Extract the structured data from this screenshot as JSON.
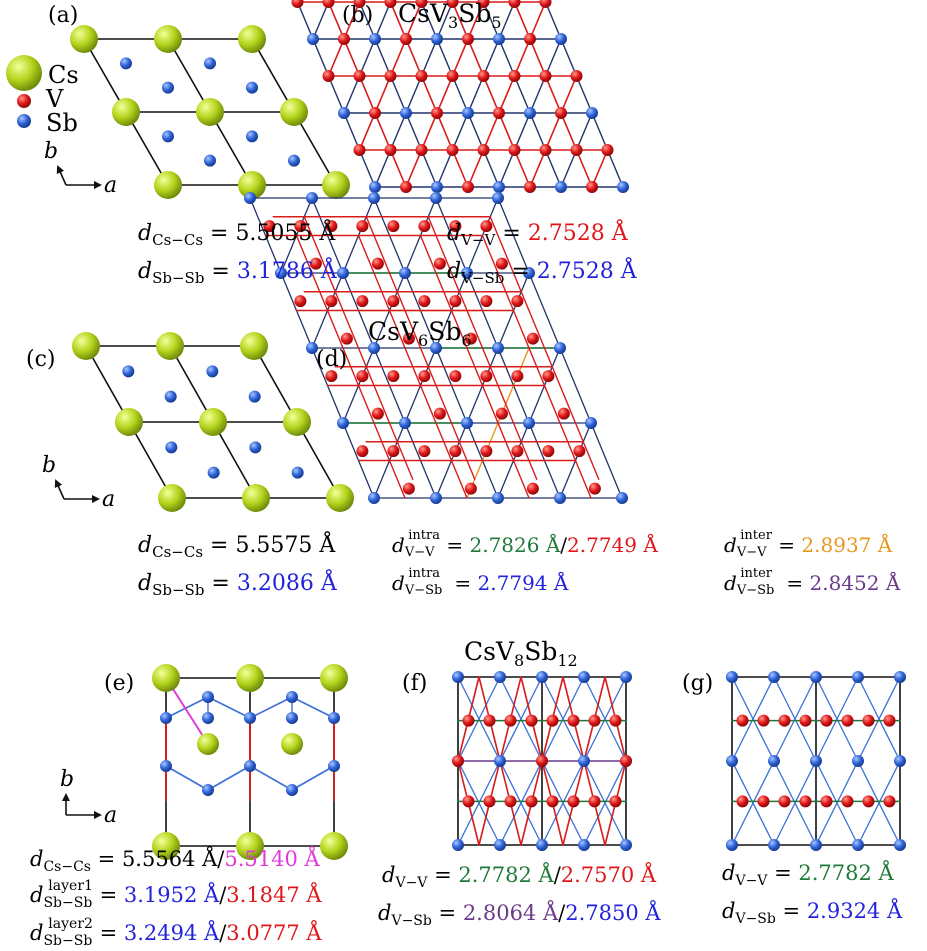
{
  "colors": {
    "cs": "#a6cc1a",
    "v": "#e0161a",
    "sb": "#2a5fd6",
    "bond_dark": "#22336a",
    "bond_blue": "#3b6fd8",
    "bond_red": "#d81c1c",
    "green": "#1f7a3a",
    "orange": "#e8961e",
    "purple": "#6a3a8c",
    "magenta": "#e23ad8",
    "black": "#111111"
  },
  "legend": {
    "cs": "Cs",
    "v": "V",
    "sb": "Sb"
  },
  "axes": {
    "a": "a",
    "b": "b"
  },
  "titles": {
    "t1": {
      "main": "CsV",
      "s1": "3",
      "m2": "Sb",
      "s2": "5"
    },
    "t2": {
      "main": "CsV",
      "s1": "6",
      "m2": "Sb",
      "s2": "6"
    },
    "t3": {
      "main": "CsV",
      "s1": "8",
      "m2": "Sb",
      "s2": "12"
    }
  },
  "panels": {
    "a": {
      "label": "(a)",
      "dcscs": "5.5055 Å",
      "dsbsb": "3.1786 Å"
    },
    "b": {
      "label": "(b)",
      "dvv": "2.7528 Å",
      "dvsb": "2.7528 Å"
    },
    "c": {
      "label": "(c)",
      "dcscs": "5.5575 Å",
      "dsbsb": "3.2086 Å"
    },
    "d": {
      "label": "(d)",
      "dvv_intra_1": "2.7826 Å",
      "dvv_intra_2": "2.7749 Å",
      "dvsb_intra": "2.7794 Å",
      "dvv_inter": "2.8937 Å",
      "dvsb_inter": "2.8452 Å"
    },
    "e": {
      "label": "(e)",
      "dcscs_1": "5.5564 Å",
      "dcscs_2": "5.5140 Å",
      "dsb1_1": "3.1952 Å",
      "dsb1_2": "3.1847 Å",
      "dsb2_1": "3.2494 Å",
      "dsb2_2": "3.0777 Å"
    },
    "f": {
      "label": "(f)",
      "dvv_1": "2.7782 Å",
      "dvv_2": "2.7570 Å",
      "dvsb_1": "2.8064 Å",
      "dvsb_2": "2.7850 Å"
    },
    "g": {
      "label": "(g)",
      "dvv": "2.7782 Å",
      "dvsb": "2.9324 Å"
    }
  },
  "symbols": {
    "d": "d",
    "eq": " = ",
    "slash": "/",
    "cscs": "Cs−Cs",
    "sbsb": "Sb−Sb",
    "vv": "V−V",
    "vsb": "V−Sb",
    "intra": "intra",
    "inter": "inter",
    "layer1": "layer1",
    "layer2": "layer2"
  }
}
